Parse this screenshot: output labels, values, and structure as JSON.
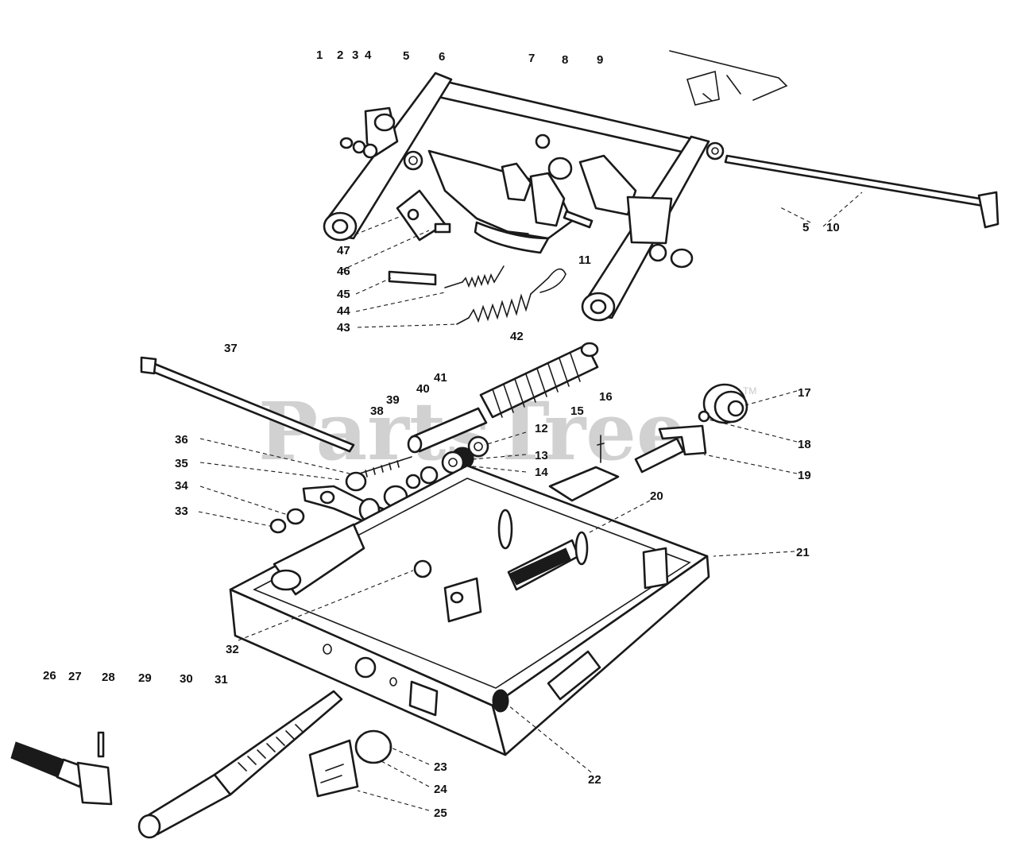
{
  "watermark": {
    "text": "PartsTree",
    "trademark": "TM"
  },
  "callouts": [
    {
      "id": "1",
      "text": "1"
    },
    {
      "id": "2",
      "text": "2"
    },
    {
      "id": "3",
      "text": "3"
    },
    {
      "id": "4",
      "text": "4"
    },
    {
      "id": "5",
      "text": "5"
    },
    {
      "id": "6",
      "text": "6"
    },
    {
      "id": "7",
      "text": "7"
    },
    {
      "id": "8",
      "text": "8"
    },
    {
      "id": "9",
      "text": "9"
    },
    {
      "id": "5b",
      "text": "5"
    },
    {
      "id": "10",
      "text": "10"
    },
    {
      "id": "11",
      "text": "11"
    },
    {
      "id": "12",
      "text": "12"
    },
    {
      "id": "13",
      "text": "13"
    },
    {
      "id": "14",
      "text": "14"
    },
    {
      "id": "15",
      "text": "15"
    },
    {
      "id": "16",
      "text": "16"
    },
    {
      "id": "17",
      "text": "17"
    },
    {
      "id": "18",
      "text": "18"
    },
    {
      "id": "19",
      "text": "19"
    },
    {
      "id": "20",
      "text": "20"
    },
    {
      "id": "21",
      "text": "21"
    },
    {
      "id": "22",
      "text": "22"
    },
    {
      "id": "23",
      "text": "23"
    },
    {
      "id": "24",
      "text": "24"
    },
    {
      "id": "25",
      "text": "25"
    },
    {
      "id": "26",
      "text": "26"
    },
    {
      "id": "27",
      "text": "27"
    },
    {
      "id": "28",
      "text": "28"
    },
    {
      "id": "29",
      "text": "29"
    },
    {
      "id": "30",
      "text": "30"
    },
    {
      "id": "31",
      "text": "31"
    },
    {
      "id": "32",
      "text": "32"
    },
    {
      "id": "33",
      "text": "33"
    },
    {
      "id": "34",
      "text": "34"
    },
    {
      "id": "35",
      "text": "35"
    },
    {
      "id": "36",
      "text": "36"
    },
    {
      "id": "37",
      "text": "37"
    },
    {
      "id": "38",
      "text": "38"
    },
    {
      "id": "39",
      "text": "39"
    },
    {
      "id": "40",
      "text": "40"
    },
    {
      "id": "41",
      "text": "41"
    },
    {
      "id": "42",
      "text": "42"
    },
    {
      "id": "43",
      "text": "43"
    },
    {
      "id": "44",
      "text": "44"
    },
    {
      "id": "45",
      "text": "45"
    },
    {
      "id": "46",
      "text": "46"
    },
    {
      "id": "47",
      "text": "47"
    }
  ]
}
